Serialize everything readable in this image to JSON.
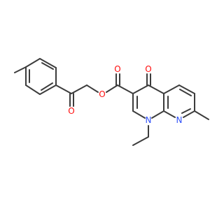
{
  "molecule": {
    "atom_labels": {
      "ester_o": "O",
      "ketone_o_left": "O",
      "ester_carbonyl_o": "O",
      "ring_ketone_o": "O",
      "n1": "N",
      "n8": "N"
    },
    "colors": {
      "bond": "#3c3c3c",
      "oxygen": "#ff0d0d",
      "nitrogen": "#3050f8",
      "background": "#ffffff"
    }
  }
}
